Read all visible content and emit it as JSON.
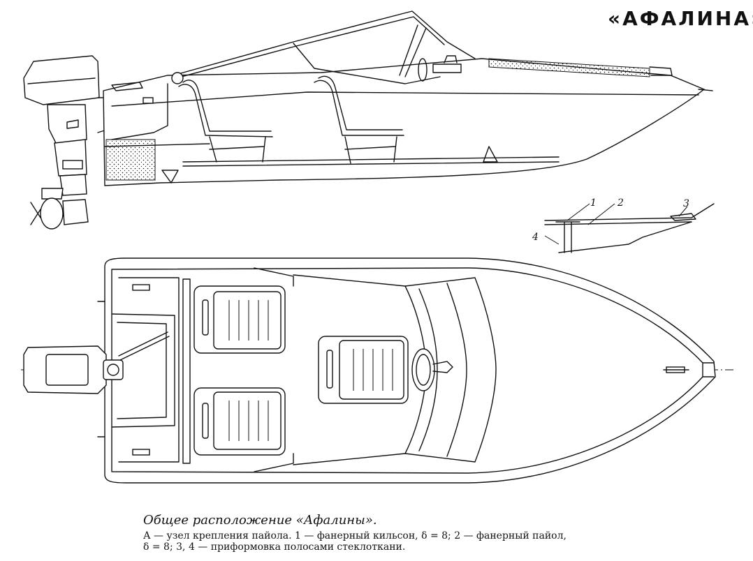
{
  "title": "«АФАЛИНА»",
  "caption": {
    "heading": "Общее расположение «Афалины».",
    "line1": "А — узел крепления пайола. 1 — фанерный кильсон, δ = 8; 2 — фанерный пайол,",
    "line2": "δ = 8;  3, 4 — приформовка полосами стеклоткани."
  },
  "detail_callouts": [
    "1",
    "2",
    "3",
    "4"
  ]
}
